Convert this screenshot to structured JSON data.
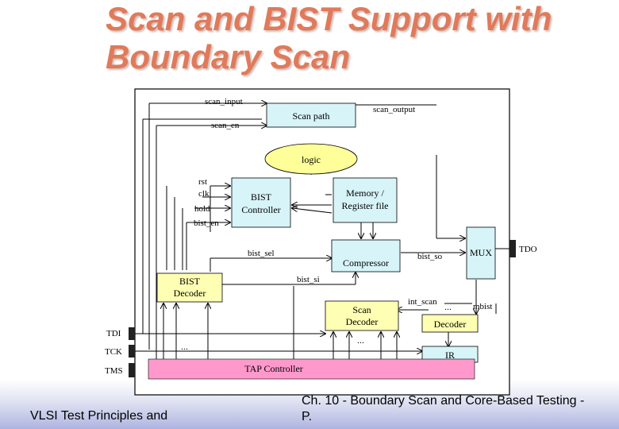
{
  "slide": {
    "title_line1": "Scan and BIST Support with",
    "title_line2": "Boundary Scan",
    "footer_left": "VLSI Test Principles and",
    "footer_right": "Ch. 10 - Boundary Scan and Core-Based Testing - P."
  },
  "diagram": {
    "blocks": {
      "scan_path": "Scan path",
      "logic": "logic",
      "bist_controller_l1": "BIST",
      "bist_controller_l2": "Controller",
      "memory_l1": "Memory /",
      "memory_l2": "Register file",
      "compressor": "Compressor",
      "mux": "MUX",
      "bist_decoder_l1": "BIST",
      "bist_decoder_l2": "Decoder",
      "scan_decoder_l1": "Scan",
      "scan_decoder_l2": "Decoder",
      "decoder": "Decoder",
      "ir": "IR",
      "tap_controller": "TAP Controller"
    },
    "signals": {
      "scan_input": "scan_input",
      "scan_en": "scan_en",
      "scan_output": "scan_output",
      "rst": "rst",
      "clk": "clk",
      "hold": "hold",
      "bist_en": "bist_en",
      "bist_sel": "bist_sel",
      "bist_so": "bist_so",
      "bist_si": "bist_si",
      "int_scan": "int_scan",
      "mbist": "mbist",
      "tdo": "TDO",
      "tdi": "TDI",
      "tck": "TCK",
      "tms": "TMS",
      "ellipsis": "..."
    },
    "colors": {
      "cyan_block": "#d7f4f8",
      "yellow_block": "#ffffb3",
      "tap_pink": "#ff99cc",
      "logic_yellow": "#ffff99",
      "line": "#000000"
    }
  }
}
